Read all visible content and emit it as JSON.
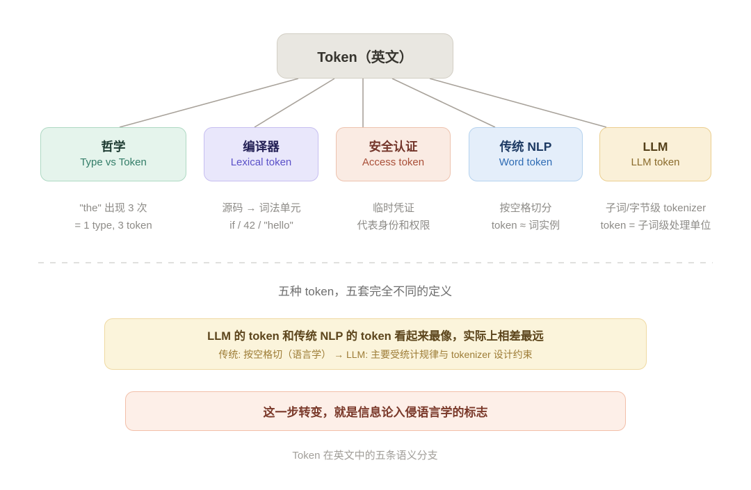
{
  "root": {
    "title": "Token（英文）",
    "bg": "#e9e7e1",
    "border": "#d2cec4",
    "text_color": "#36342e"
  },
  "connector_color": "#a8a29a",
  "branches": [
    {
      "title": "哲学",
      "subtitle": "Type vs Token",
      "desc": [
        "\"the\" 出现 3 次",
        "= 1 type, 3 token"
      ],
      "bg": "#e5f4ec",
      "border": "#aed9c3",
      "title_color": "#1e3b32",
      "subtitle_color": "#337d68"
    },
    {
      "title": "编译器",
      "subtitle": "Lexical token",
      "desc": [
        "源码 → 词法单元",
        "if / 42 / \"hello\""
      ],
      "bg": "#e9e7fb",
      "border": "#c6bef0",
      "title_color": "#242156",
      "subtitle_color": "#5a50c8"
    },
    {
      "title": "安全认证",
      "subtitle": "Access token",
      "desc": [
        "临时凭证",
        "代表身份和权限"
      ],
      "bg": "#faebe3",
      "border": "#edc2ae",
      "title_color": "#73352a",
      "subtitle_color": "#a94f38"
    },
    {
      "title": "传统 NLP",
      "subtitle": "Word token",
      "desc": [
        "按空格切分",
        "token ≈ 词实例"
      ],
      "bg": "#e4eefa",
      "border": "#b5d2ee",
      "title_color": "#1d3a63",
      "subtitle_color": "#2f6cb4"
    },
    {
      "title": "LLM",
      "subtitle": "LLM token",
      "desc": [
        "子词/字节级 tokenizer",
        "token = 子词级处理单位"
      ],
      "bg": "#faf0d8",
      "border": "#ebce8f",
      "title_color": "#54401a",
      "subtitle_color": "#8a6b2c"
    }
  ],
  "summary": "五种 token，五套完全不同的定义",
  "callout_comparison": {
    "line1": "LLM 的 token 和传统 NLP 的 token 看起来最像，实际上相差最远",
    "line2": "传统: 按空格切（语言学） → LLM: 主要受统计规律与 tokenizer 设计约束",
    "bg": "#fbf4db",
    "border": "#efd9a2",
    "line1_color": "#5c451c",
    "line2_color": "#9d7c36"
  },
  "callout_conclusion": {
    "text": "这一步转变，就是信息论入侵语言学的标志",
    "bg": "#fdefe8",
    "border": "#f2bfa9",
    "text_color": "#7a392a"
  },
  "caption": "Token 在英文中的五条语义分支"
}
